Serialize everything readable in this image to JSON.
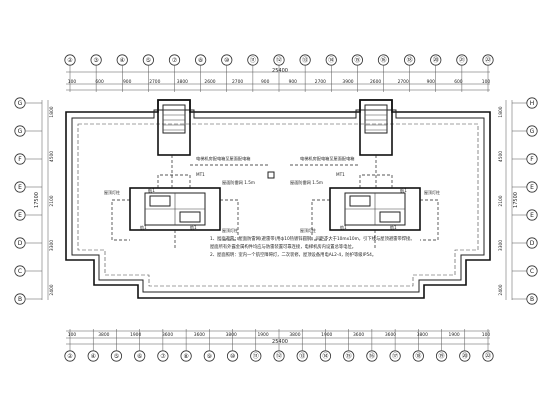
{
  "top_axes": [
    "②",
    "③",
    "④",
    "⑤",
    "⑦",
    "⑧",
    "⑩",
    "⑪",
    "⑫",
    "⑬",
    "⑭",
    "⑮",
    "⑯",
    "⑱",
    "⑳",
    "㉑",
    "㉒"
  ],
  "bottom_axes": [
    "②",
    "④",
    "⑤",
    "⑥",
    "⑦",
    "⑧",
    "⑨",
    "⑩",
    "⑪",
    "⑫",
    "⑬",
    "⑭",
    "⑮",
    "⑯",
    "⑰",
    "⑱",
    "⑲",
    "⑳",
    "㉒"
  ],
  "left_axes": [
    "G",
    "G",
    "F",
    "E",
    "E",
    "D",
    "C",
    "B"
  ],
  "right_axes": [
    "H",
    "G",
    "F",
    "E",
    "E",
    "D",
    "C",
    "B"
  ],
  "top_dims": [
    "100",
    "600",
    "900",
    "2700",
    "3800",
    "2600",
    "2700",
    "900",
    "900",
    "2700",
    "3900",
    "2600",
    "2700",
    "900",
    "600",
    "100"
  ],
  "top_total": "25400",
  "bottom_dims": [
    "100",
    "3800",
    "1900",
    "3600",
    "3600",
    "3800",
    "1900",
    "3800",
    "1900",
    "3600",
    "3600",
    "3800",
    "1900",
    "100"
  ],
  "bottom_total": "25400",
  "left_dims": [
    "1800",
    "4500",
    "2100",
    "3300",
    "2400"
  ],
  "left_total": "17500",
  "right_dims": [
    "1800",
    "4500",
    "2100",
    "3300",
    "2400"
  ],
  "right_total": "17500",
  "annotations": {
    "left_note_main": "电梯机房配电箱至屋面配电箱",
    "right_note_main": "电梯机房配电箱至屋面配电箱",
    "left_roof_label": "屋面防雷网 1.5m",
    "right_roof_label": "屋面防雷网 1.5m",
    "left_room_tag": "MT1",
    "right_room_tag": "MT1",
    "left_lamp": "航1",
    "right_lamp": "航1",
    "left_bottom_a": "航1",
    "left_bottom_b": "航1",
    "right_bottom_a": "航1",
    "right_bottom_b": "航1",
    "left_side_a": "屋顶灯柱",
    "left_side_b": "屋顶灯柱",
    "right_side_a": "屋顶灯柱",
    "right_side_b": "屋顶灯柱"
  },
  "notes": [
    "1、屋面避雷：屋面防雷网(避雷带)用ф10热镀锌圆钢，间距不大于10mx10m，引下线与屋顶避雷带焊接。",
    "屋面所有外露金属构件均应与防雷装置可靠连接，电梯机房内设置总等电位。",
    "2、屋面照明：室内一个航空障碍灯，二次装修，屋顶设备用电AL2-4，防护等级IP54。"
  ]
}
